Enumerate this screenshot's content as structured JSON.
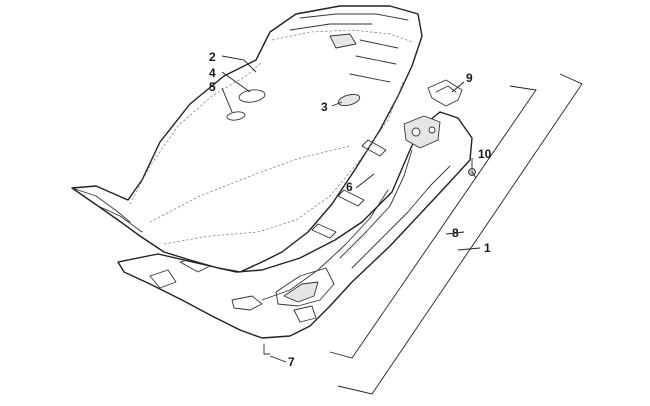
{
  "callouts": [
    {
      "id": "2",
      "label": "2"
    },
    {
      "id": "4",
      "label": "4"
    },
    {
      "id": "5",
      "label": "5"
    },
    {
      "id": "3",
      "label": "3"
    },
    {
      "id": "9",
      "label": "9"
    },
    {
      "id": "10",
      "label": "10"
    },
    {
      "id": "6",
      "label": "6"
    },
    {
      "id": "8",
      "label": "8"
    },
    {
      "id": "1",
      "label": "1"
    },
    {
      "id": "7",
      "label": "7"
    }
  ]
}
